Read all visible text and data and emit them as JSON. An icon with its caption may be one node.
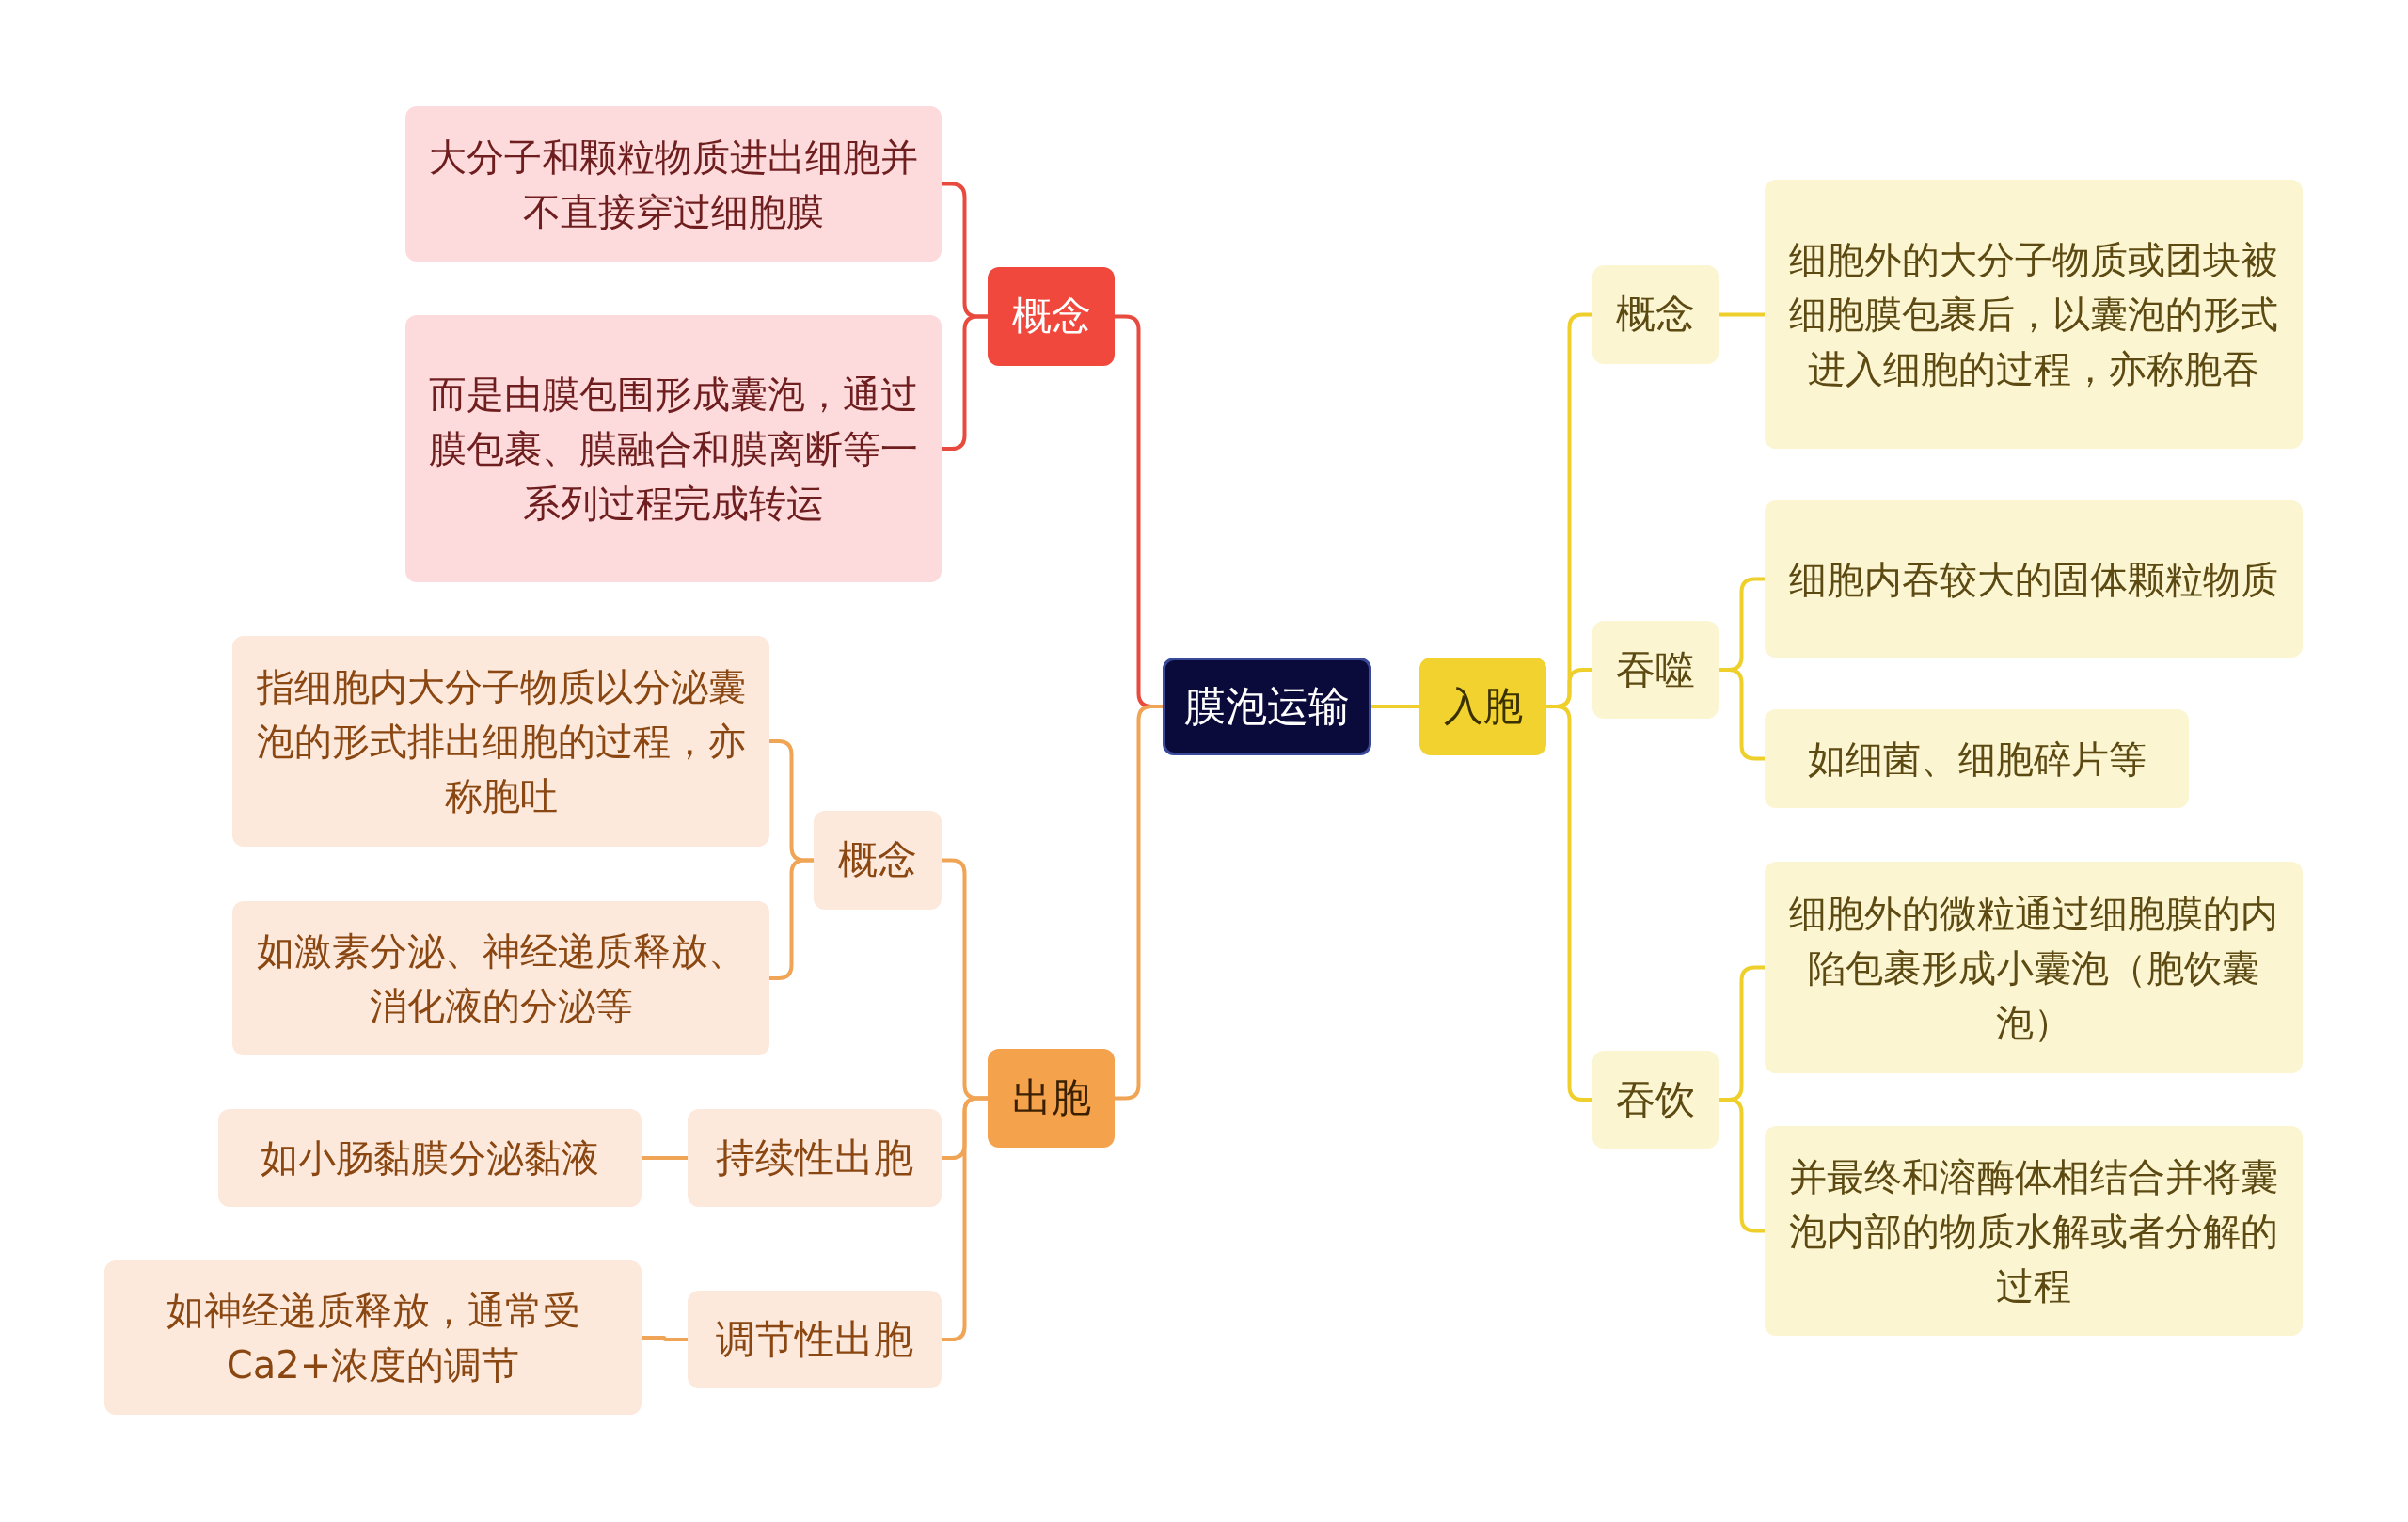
{
  "diagram": {
    "nodes": [
      {
        "text": [
          "膜泡运输"
        ]
      },
      {
        "text": [
          "概念"
        ]
      },
      {
        "text": [
          "大分子和颗粒物质进出细胞并不直接穿过细胞膜"
        ]
      },
      {
        "text": [
          "而是由膜包围形成囊泡，通过膜包裹、膜融合和膜离断等一系列过程完成转运"
        ]
      },
      {
        "text": [
          "出胞"
        ]
      },
      {
        "text": [
          "概念"
        ]
      },
      {
        "text": [
          "指细胞内大分子物质以分泌囊泡的形式排出细胞的过程，亦称胞吐"
        ]
      },
      {
        "text": [
          "如激素分泌、神经递质释放、消化液的分泌等"
        ]
      },
      {
        "text": [
          "持续性出胞"
        ]
      },
      {
        "text": [
          "如小肠黏膜分泌黏液"
        ]
      },
      {
        "text": [
          "调节性出胞"
        ]
      },
      {
        "text": [
          "如神经递质释放，通常受Ca2+浓度的调节"
        ]
      },
      {
        "text": [
          "入胞"
        ]
      },
      {
        "text": [
          "概念"
        ]
      },
      {
        "text": [
          "细胞外的大分子物质或团块被细胞膜包裹后，以囊泡的形式进入细胞的过程，亦称胞吞"
        ]
      },
      {
        "text": [
          "吞噬"
        ]
      },
      {
        "text": [
          "细胞内吞较大的固体颗粒物质"
        ]
      },
      {
        "text": [
          "如细菌、细胞碎片等"
        ]
      },
      {
        "text": [
          "吞饮"
        ]
      },
      {
        "text": [
          "细胞外的微粒通过细胞膜的内陷包裹形成小囊泡（胞饮囊泡）"
        ]
      },
      {
        "text": [
          "并最终和溶酶体相结合并将囊泡内部的物质水解或者分解的过程"
        ]
      }
    ],
    "edges": [
      {
        "from": 0,
        "to": 1,
        "arrow": "none",
        "color": "#e84a3e"
      },
      {
        "from": 0,
        "to": 4,
        "arrow": "none",
        "color": "#f0a455"
      },
      {
        "from": 0,
        "to": 12,
        "arrow": "none"
      },
      {
        "from": 1,
        "to": 2,
        "arrow": "none",
        "color": "#e84a3e"
      },
      {
        "from": 1,
        "to": 3,
        "arrow": "none",
        "color": "#e84a3e"
      },
      {
        "from": 4,
        "to": 5,
        "arrow": "none",
        "color": "#f0a455"
      },
      {
        "from": 4,
        "to": 8,
        "arrow": "none",
        "color": "#f0a455"
      },
      {
        "from": 4,
        "to": 10,
        "arrow": "none",
        "color": "#f0a455"
      },
      {
        "from": 5,
        "to": 6,
        "arrow": "none",
        "color": "#f0a455"
      },
      {
        "from": 5,
        "to": 7,
        "arrow": "none",
        "color": "#f0a455"
      },
      {
        "from": 8,
        "to": 9,
        "arrow": "none",
        "color": "#f0a455"
      },
      {
        "from": 10,
        "to": 11,
        "arrow": "none",
        "color": "#f0a455"
      },
      {
        "from": 12,
        "to": 13,
        "arrow": "none"
      },
      {
        "from": 12,
        "to": 15,
        "arrow": "none"
      },
      {
        "from": 12,
        "to": 18,
        "arrow": "none"
      },
      {
        "from": 13,
        "to": 14,
        "arrow": "none"
      },
      {
        "from": 15,
        "to": 16,
        "arrow": "none"
      },
      {
        "from": 15,
        "to": 17,
        "arrow": "none"
      },
      {
        "from": 18,
        "to": 19,
        "arrow": "none"
      },
      {
        "from": 18,
        "to": 20,
        "arrow": "none"
      }
    ]
  }
}
